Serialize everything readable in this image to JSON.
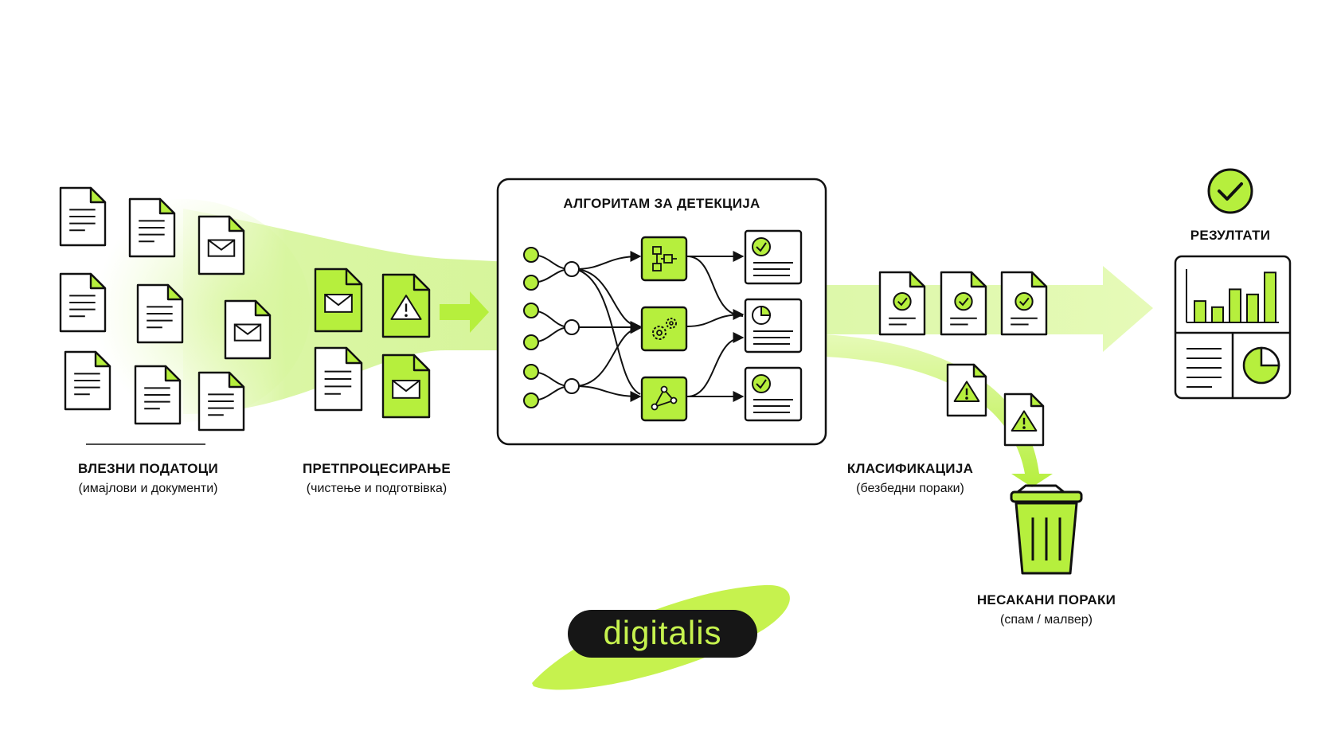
{
  "colors": {
    "accent": "#b6ef3d",
    "accent_soft": "#d9f7a0",
    "ink": "#111111",
    "paper": "#ffffff"
  },
  "stages": {
    "input": {
      "title": "ВЛЕЗНИ ПОДАТОЦИ",
      "subtitle": "(имајлови и документи)"
    },
    "preproc": {
      "title": "ПРЕТПРОЦЕСИРАЊЕ",
      "subtitle": "(чистење и подготвівка)"
    },
    "algorithm": {
      "title": "АЛГОРИТАМ ЗА ДЕТЕКЦИЈА"
    },
    "classification": {
      "title": "КЛАСИФИКАЦИЈА",
      "subtitle": "(безбедни пораки)"
    },
    "unwanted": {
      "title": "НЕСАКАНИ ПОРАКИ",
      "subtitle": "(спам / малвер)"
    },
    "results": {
      "title": "РЕЗУЛТАТИ"
    }
  },
  "icons": {
    "input_docs": [
      "document-icon",
      "document-icon",
      "email-document-icon",
      "document-icon",
      "document-icon",
      "email-document-icon",
      "document-icon",
      "document-icon",
      "document-icon"
    ],
    "preproc_docs": [
      "email-document-icon",
      "warning-document-icon",
      "document-icon",
      "email-document-icon"
    ],
    "algorithm_nodes": [
      "flowchart-icon",
      "gears-icon",
      "network-graph-icon"
    ],
    "algorithm_outputs": [
      "checked-report-icon",
      "pie-report-icon",
      "checked-report-icon"
    ],
    "safe_docs": [
      "checked-document-icon",
      "checked-document-icon",
      "checked-document-icon"
    ],
    "spam_docs": [
      "warning-document-icon",
      "warning-document-icon"
    ],
    "bin": "trash-bin-icon",
    "results_badge": "check-circle-icon",
    "dashboard": "dashboard-icon"
  },
  "dashboard_bars": [
    0.42,
    0.3,
    0.65,
    0.55,
    0.98
  ],
  "brand": {
    "name": "digitalis"
  }
}
